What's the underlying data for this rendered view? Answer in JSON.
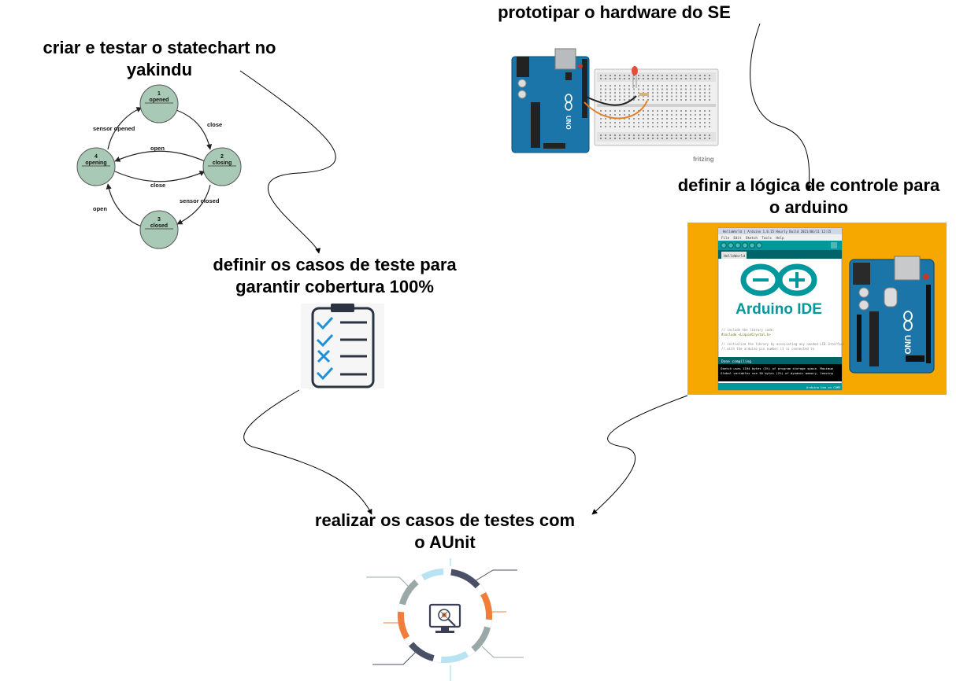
{
  "steps": {
    "statechart": {
      "line1": "criar e testar o statechart no",
      "line2": "yakindu"
    },
    "hardware": {
      "line1": "prototipar o hardware do SE"
    },
    "testcases": {
      "line1": "definir os casos de teste para",
      "line2": "garantir cobertura 100%"
    },
    "logic": {
      "line1": "definir a lógica de controle para",
      "line2": "o arduino"
    },
    "aunit": {
      "line1": "realizar os casos de testes com",
      "line2": "o AUnit"
    }
  },
  "statechart_diagram": {
    "states": [
      {
        "num": "1",
        "name": "opened"
      },
      {
        "num": "2",
        "name": "closing"
      },
      {
        "num": "3",
        "name": "closed"
      },
      {
        "num": "4",
        "name": "opening"
      }
    ],
    "transitions": {
      "opened_to_closing": "close",
      "opening_to_opened": "sensor opened",
      "closing_to_opening": "open",
      "opening_to_closing": "close",
      "closing_to_closed": "sensor closed",
      "closed_to_opening": "open"
    }
  },
  "hardware_image": {
    "credit": "fritzing",
    "board_label": "UNO"
  },
  "arduino_ide": {
    "window_title": "HelloWorld | Arduino 1.8.15 Hourly Build 2021/06/11 12:15",
    "menu": [
      "File",
      "Edit",
      "Sketch",
      "Tools",
      "Help"
    ],
    "tab": "HelloWorld",
    "logo_text": "Arduino IDE",
    "status_bar": "Done compiling",
    "board_status": "Arduino Uno on COM3",
    "code_lines": [
      "// include the library code:",
      "#include <LiquidCrystal.h>",
      "",
      "// initialize the library by associating any needed LCD interface",
      "// with the arduino pin number it is connected to"
    ],
    "console_lines": [
      "Sketch uses 1194 bytes (3%) of program storage space. Maximum",
      "Global variables use 50 bytes (2%) of dynamic memory, leaving"
    ]
  },
  "colors": {
    "state_fill": "#a8c9b5",
    "orange_bg": "#f7a800",
    "arduino_teal": "#00979d",
    "board_blue": "#1b75a8",
    "aunit_orange": "#f07d3a",
    "aunit_light_blue": "#b9e3f2",
    "aunit_dark": "#4a5066",
    "aunit_gray": "#9aa9a8"
  }
}
